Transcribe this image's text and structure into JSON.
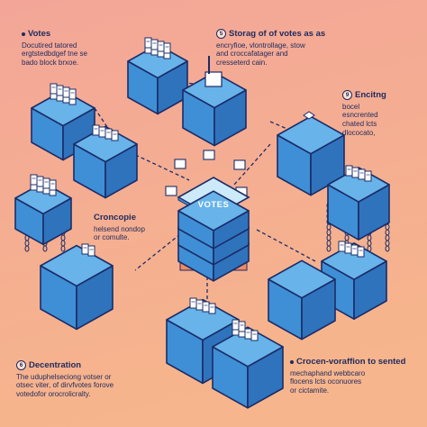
{
  "center": {
    "label": "VOTES"
  },
  "labels": {
    "votes": {
      "number": "",
      "title": "Votes",
      "lines": [
        "Docutired tatored",
        "ergtstedbdgef tne se",
        "bado block brxoe."
      ]
    },
    "storage": {
      "number": "5",
      "title": "Storag of of votes as as",
      "lines": [
        "encryfioe, vlontrollage, stow",
        "and croccafatager and",
        "cresseterd cain."
      ]
    },
    "enciting": {
      "number": "9",
      "title": "Encitng",
      "lines": [
        "bocel",
        "esncrented",
        "chated lcts",
        "dlococato,"
      ]
    },
    "croncopie": {
      "number": "",
      "title": "Croncopie",
      "lines": [
        "helsend nondop",
        "or comulte."
      ]
    },
    "decentration": {
      "number": "6",
      "title": "Decentration",
      "lines": [
        "The uduphelseciong votser or",
        "otsec viter, of dirvfvotes forove",
        "votedofor orocrolicralty."
      ]
    },
    "crocen": {
      "number": "",
      "title": "Crocen-voraffion to sented",
      "lines": [
        "mechaphand webbcaro",
        "flocens lcts oconuores",
        "or cictamite."
      ]
    }
  },
  "colors": {
    "bg_top": "#f3a698",
    "bg_bottom": "#f6b58c",
    "block_top": "#67b3ea",
    "block_front": "#3f8fd6",
    "block_side": "#2f73bd",
    "outline": "#1b2c66",
    "core_top": "#cdeafb",
    "ballot": "#ffffff"
  }
}
